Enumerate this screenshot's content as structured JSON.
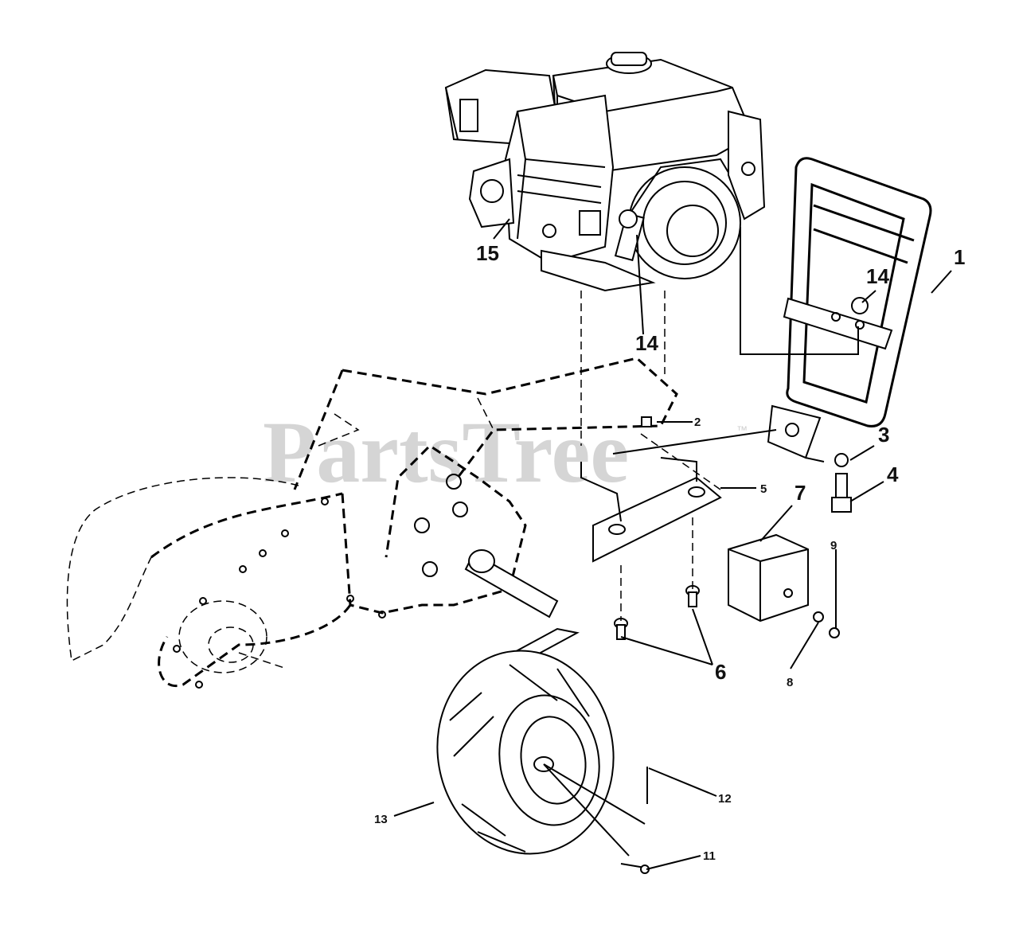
{
  "watermark": {
    "text": "PartsTree",
    "trademark": "™"
  },
  "callouts": {
    "c1": "1",
    "c2": "2",
    "c3": "3",
    "c4": "4",
    "c5": "5",
    "c6": "6",
    "c7": "7",
    "c8": "8",
    "c9": "9",
    "c11": "11",
    "c12": "12",
    "c13": "13",
    "c14a": "14",
    "c14b": "14",
    "c15": "15"
  }
}
